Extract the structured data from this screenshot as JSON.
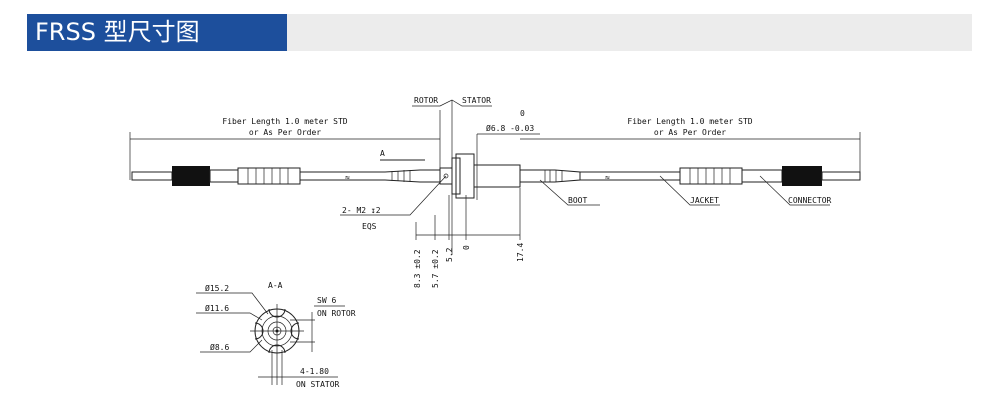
{
  "header": {
    "title": "FRSS 型尺寸图",
    "accent": "#1d4f9c"
  },
  "drawing": {
    "fiber_left": [
      "Fiber Length 1.0 meter STD",
      "or As Per Order"
    ],
    "fiber_right": [
      "Fiber Length 1.0 meter STD",
      "or As Per Order"
    ],
    "rotor": "ROTOR",
    "stator": "STATOR",
    "dia_top": "0",
    "dia": "Ø6.8 -0.03",
    "section_arrow": "A",
    "screw": "2- M2 ↧2",
    "eqs": "EQS",
    "boot": "BOOT",
    "jacket": "JACKET",
    "connector": "CONNECTOR",
    "dims": [
      "8.3 ±0.2",
      "5.7 ±0.2",
      "5.2",
      "0",
      "17.4"
    ],
    "section_title": "A-A",
    "d1": "Ø15.2",
    "d2": "Ø11.6",
    "d3": "Ø8.6",
    "sw": "SW 6",
    "on_rotor": "ON ROTOR",
    "holes": "4-1.80",
    "on_stator": "ON STATOR"
  }
}
